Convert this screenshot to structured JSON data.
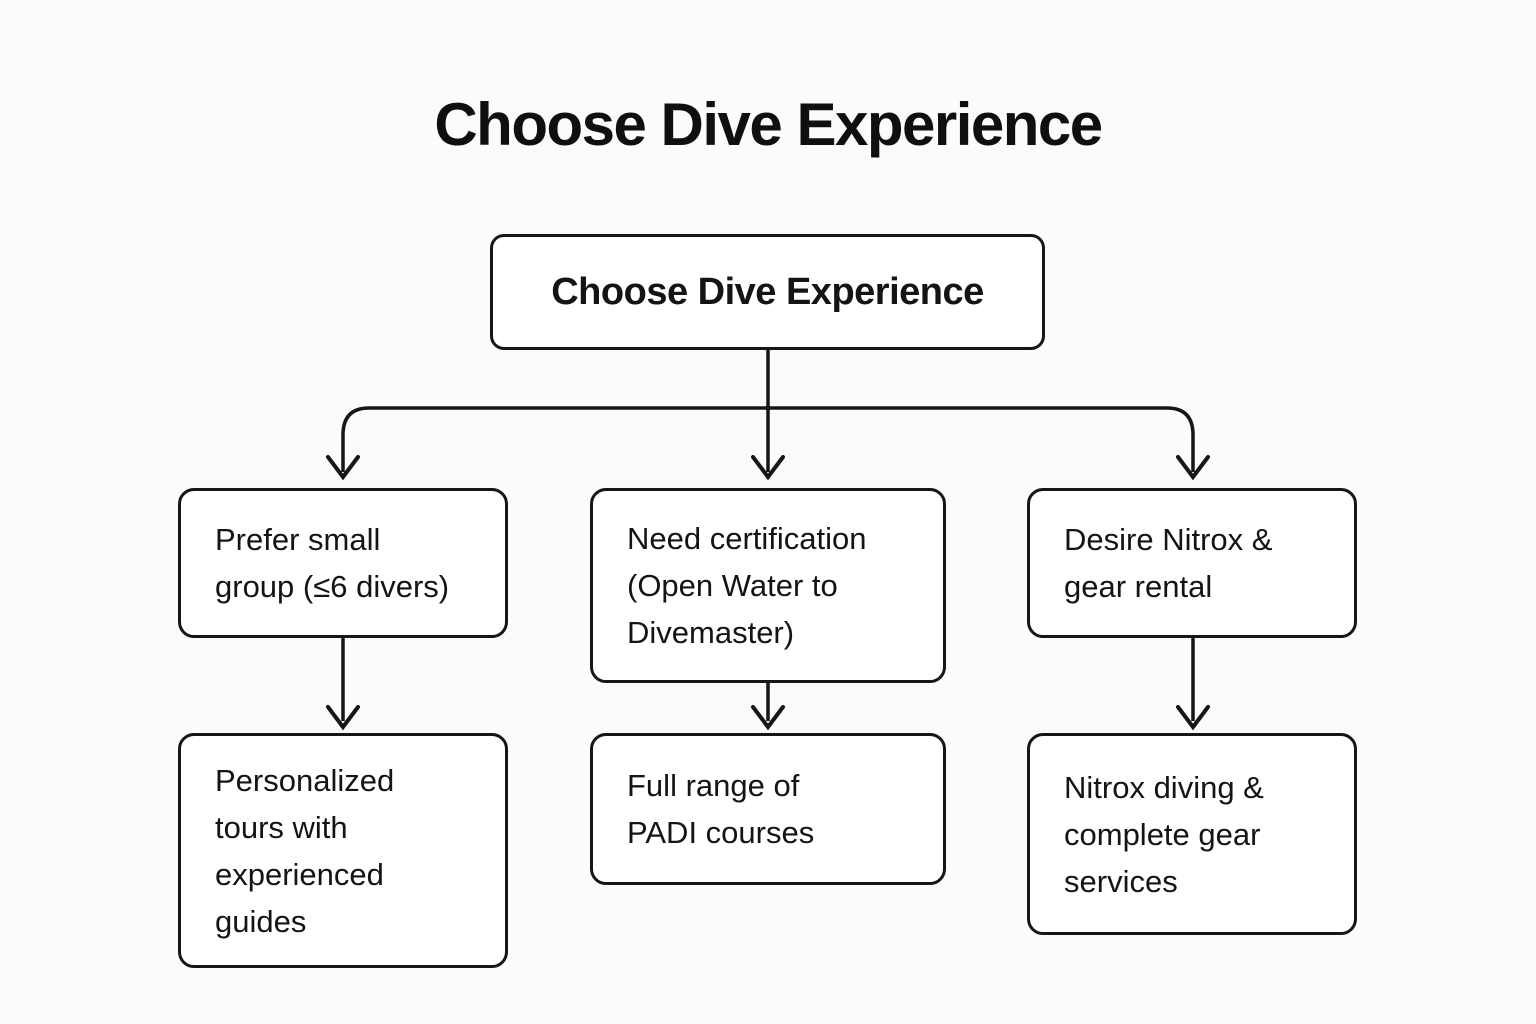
{
  "title": "Choose Dive Experience",
  "colors": {
    "background": "#fcfbfa",
    "node_fill": "#ffffff",
    "line": "#161616",
    "text": "#141414"
  },
  "flowchart": {
    "root": {
      "label": "Choose Dive Experience"
    },
    "branches": [
      {
        "condition": {
          "lines": [
            "Prefer small",
            "group (≤6 divers)"
          ]
        },
        "outcome": {
          "lines": [
            "Personalized",
            "tours with",
            "experienced",
            "guides"
          ]
        }
      },
      {
        "condition": {
          "lines": [
            "Need certification",
            "(Open Water to",
            "Divemaster)"
          ]
        },
        "outcome": {
          "lines": [
            "Full range of",
            "PADI courses"
          ]
        }
      },
      {
        "condition": {
          "lines": [
            "Desire Nitrox &",
            "gear rental"
          ]
        },
        "outcome": {
          "lines": [
            "Nitrox diving &",
            "complete gear",
            "services"
          ]
        }
      }
    ]
  }
}
